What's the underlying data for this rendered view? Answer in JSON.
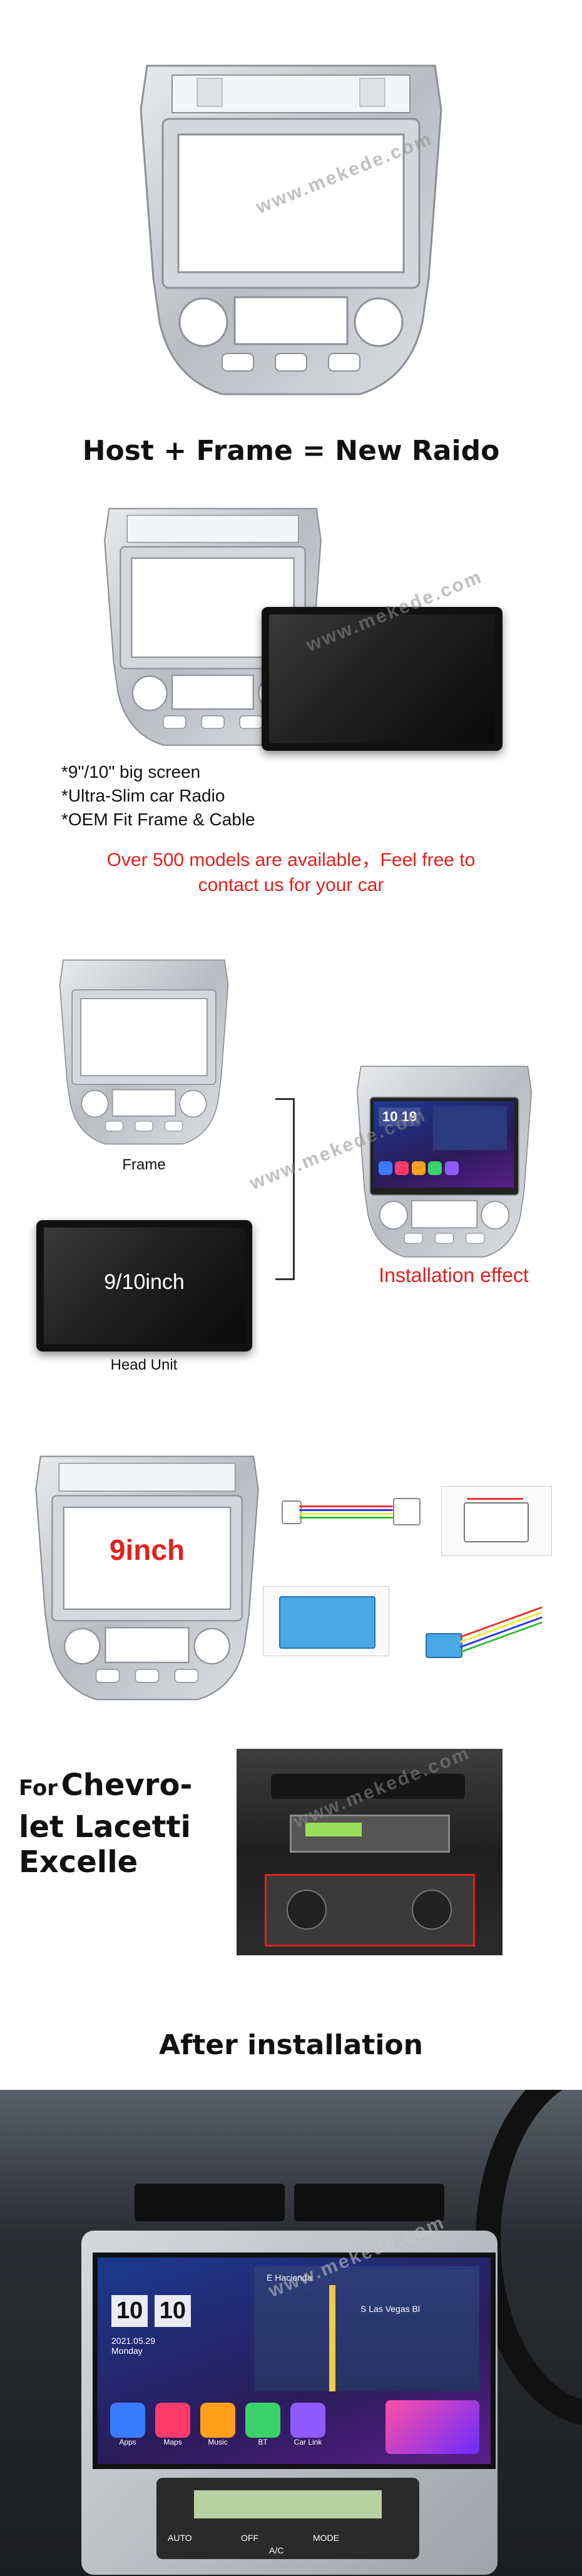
{
  "watermark_text": "www.mekede.com",
  "section_host": {
    "title": "Host + Frame = New Raido",
    "bullets": [
      "*9\"/10\" big screen",
      "*Ultra-Slim car Radio",
      "*OEM Fit Frame & Cable"
    ],
    "note_line1": "Over 500 models are available，Feel free to",
    "note_line2": "contact us for your car"
  },
  "section_parts": {
    "frame_label": "Frame",
    "head_unit_size": "9/10inch",
    "head_unit_label": "Head Unit",
    "installation_label": "Installation effect",
    "mini_screen_time": "10 19"
  },
  "section_cable": {
    "size_label": "9inch"
  },
  "section_car": {
    "for_word": "For",
    "model_line1": "Chevro-",
    "model_line2": "let Lacetti",
    "model_line3": "Excelle"
  },
  "section_after": {
    "title": "After installation",
    "screen_time_h": "10",
    "screen_time_m": "10",
    "screen_date": "2021.05.29",
    "screen_day": "Monday",
    "nav_street_1": "E Hacienda",
    "nav_street_2": "S Las Vegas Bl",
    "app_labels": [
      "Apps",
      "Maps",
      "Music",
      "BT",
      "Car Link"
    ],
    "ac_labels": [
      "AUTO",
      "OFF",
      "MODE",
      "A/C"
    ]
  },
  "colors": {
    "accent_red": "#e3201c",
    "frame_silver": "#c9ccd0",
    "screen_black": "#111111"
  }
}
